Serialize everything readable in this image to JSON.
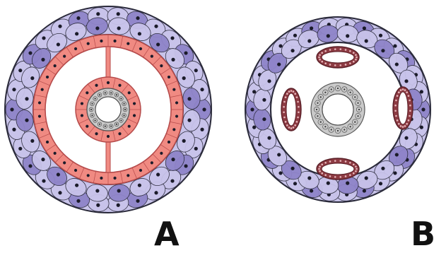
{
  "panels": [
    {
      "label": "A",
      "variant": "single-central-ring-with-septum"
    },
    {
      "label": "B",
      "variant": "central-ring-with-four-satellites"
    }
  ],
  "colors": {
    "outer_cells_light": "#c8c3ea",
    "outer_cells_dark": "#8f84c9",
    "outer_outline": "#2a2a3a",
    "pink_layer": "#f08a82",
    "pink_dark": "#b54a4a",
    "satellite_ring": "#8c3a42",
    "grey_ring": "#c9c9c9",
    "nucleus": "#1b1b2a",
    "background": "#ffffff"
  }
}
